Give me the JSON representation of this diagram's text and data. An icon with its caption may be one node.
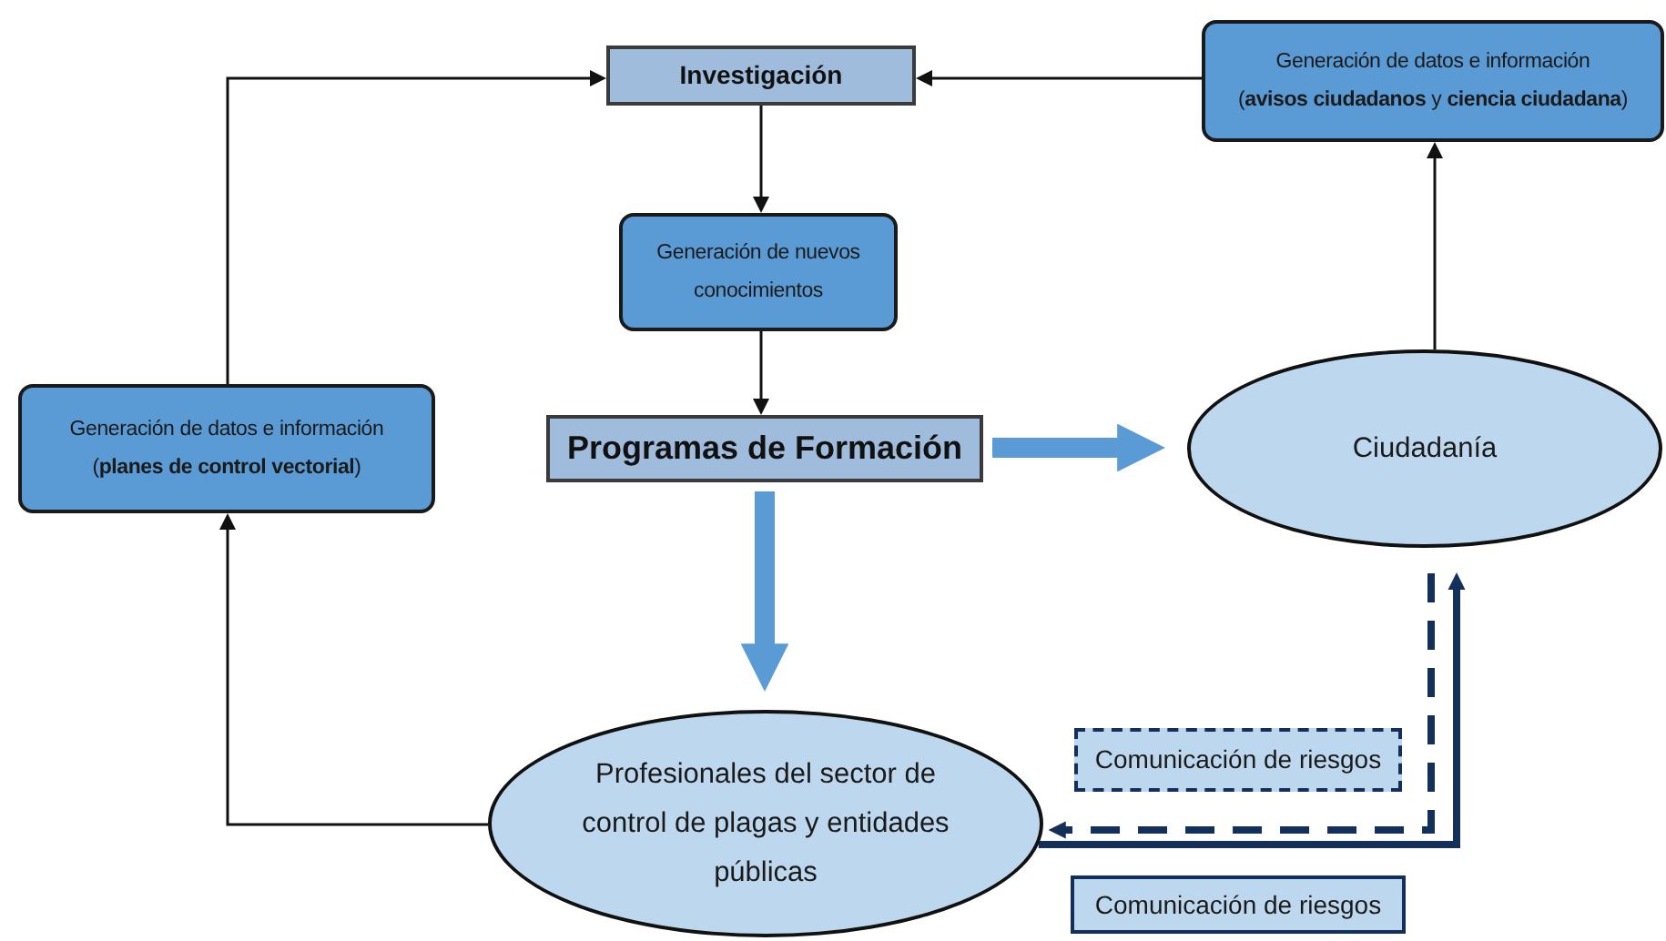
{
  "diagram": {
    "nodes": [
      {
        "text": [
          "Investigación"
        ]
      },
      {
        "text": [
          "Generación de datos e información",
          "(**avisos ciudadanos** y **ciencia ciudadana**)"
        ]
      },
      {
        "text": [
          "Generación de nuevos conocimientos"
        ]
      },
      {
        "text": [
          "Generación de datos e información",
          "(**planes de control vectorial**)"
        ]
      },
      {
        "text": [
          "Programas de Formación"
        ]
      },
      {
        "text": [
          "Ciudadanía"
        ]
      },
      {
        "text": [
          "Profesionales del sector de control de plagas y entidades públicas"
        ]
      }
    ],
    "edges": [
      {
        "from": 0,
        "to": 2,
        "arrow": "to"
      },
      {
        "from": 2,
        "to": 4,
        "arrow": "to"
      },
      {
        "from": 1,
        "to": 0,
        "arrow": "to"
      },
      {
        "from": 3,
        "to": 0,
        "arrow": "to"
      },
      {
        "from": 6,
        "to": 3,
        "arrow": "to"
      },
      {
        "from": 5,
        "to": 1,
        "arrow": "to"
      },
      {
        "from": 4,
        "to": 5,
        "arrow": "to",
        "style": "thick",
        "color": "#5b9bd5"
      },
      {
        "from": 4,
        "to": 6,
        "arrow": "to",
        "style": "thick",
        "color": "#5b9bd5"
      },
      {
        "from": 6,
        "to": 5,
        "arrow": "to",
        "style": "thick",
        "color": "#14305a",
        "label": "Comunicación de riesgos"
      },
      {
        "from": 5,
        "to": 6,
        "arrow": "to",
        "style": "dashed",
        "color": "#14305a",
        "label": "Comunicación de riesgos"
      }
    ]
  }
}
